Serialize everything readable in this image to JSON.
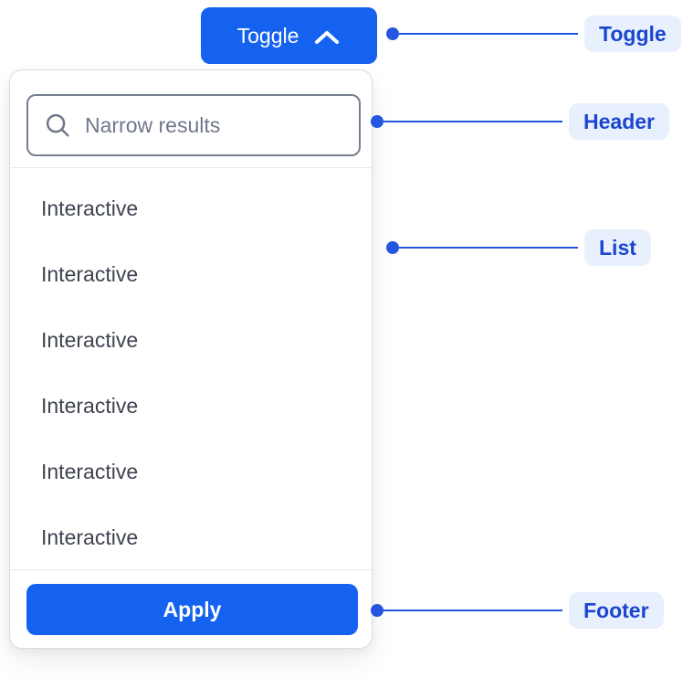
{
  "toggle": {
    "label": "Toggle"
  },
  "panel": {
    "header": {
      "search_placeholder": "Narrow results"
    },
    "list": {
      "items": [
        "Interactive",
        "Interactive",
        "Interactive",
        "Interactive",
        "Interactive",
        "Interactive"
      ]
    },
    "footer": {
      "apply_label": "Apply"
    }
  },
  "annotations": {
    "toggle": {
      "label": "Toggle"
    },
    "header": {
      "label": "Header"
    },
    "list": {
      "label": "List"
    },
    "footer": {
      "label": "Footer"
    }
  },
  "colors": {
    "primary_blue": "#1662F0",
    "annotation_line": "#2456DF",
    "annotation_text": "#1A46CF",
    "annotation_pill_bg": "#E9F0FD",
    "list_text": "#3E434F",
    "placeholder_text": "#6F7789",
    "input_border": "#767E8F",
    "panel_border": "#DBDCE0",
    "divider": "#E7E8EC",
    "button_text": "#FFFFFF"
  }
}
